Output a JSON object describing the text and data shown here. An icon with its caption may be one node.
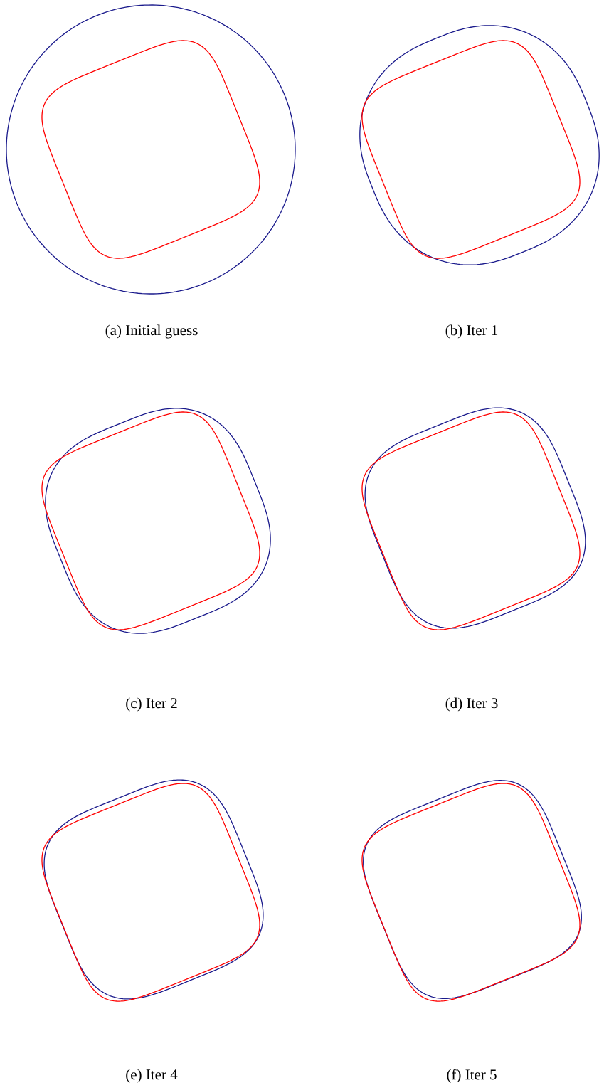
{
  "diagram": {
    "labels": [
      "(a)  Initial guess",
      "(b)  Iter 1",
      "(c)  Iter 2",
      "(d)  Iter 3",
      "(e)  Iter 4",
      "(f)  Iter 5"
    ]
  }
}
